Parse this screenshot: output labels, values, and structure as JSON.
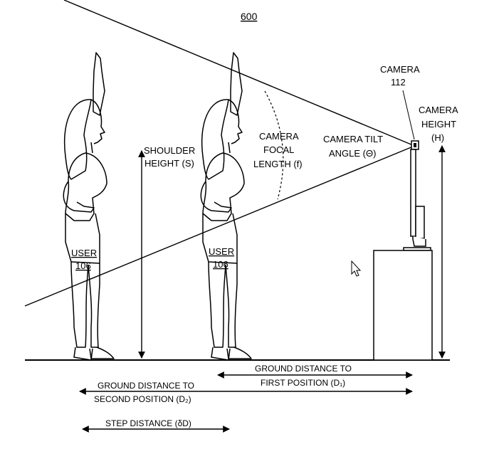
{
  "figure": {
    "number": "600"
  },
  "labels": {
    "camera_line1": "CAMERA",
    "camera_line2": "112",
    "camera_height_line1": "CAMERA",
    "camera_height_line2": "HEIGHT",
    "camera_height_line3": "(H)",
    "focal_line1": "CAMERA",
    "focal_line2": "FOCAL",
    "focal_line3": "LENGTH (f)",
    "tilt_line1": "CAMERA TILT",
    "tilt_line2": "ANGLE (Θ)",
    "shoulder_line1": "SHOULDER",
    "shoulder_line2": "HEIGHT (S)",
    "user_left_line1": "USER",
    "user_left_line2": "106",
    "user_right_line1": "USER",
    "user_right_line2": "106",
    "ground1_line1": "GROUND DISTANCE TO",
    "ground1_line2": "FIRST POSITION (D₁)",
    "ground2_line1": "GROUND DISTANCE TO",
    "ground2_line2": "SECOND POSITION (D₂)",
    "step_distance": "STEP DISTANCE (δD)"
  }
}
